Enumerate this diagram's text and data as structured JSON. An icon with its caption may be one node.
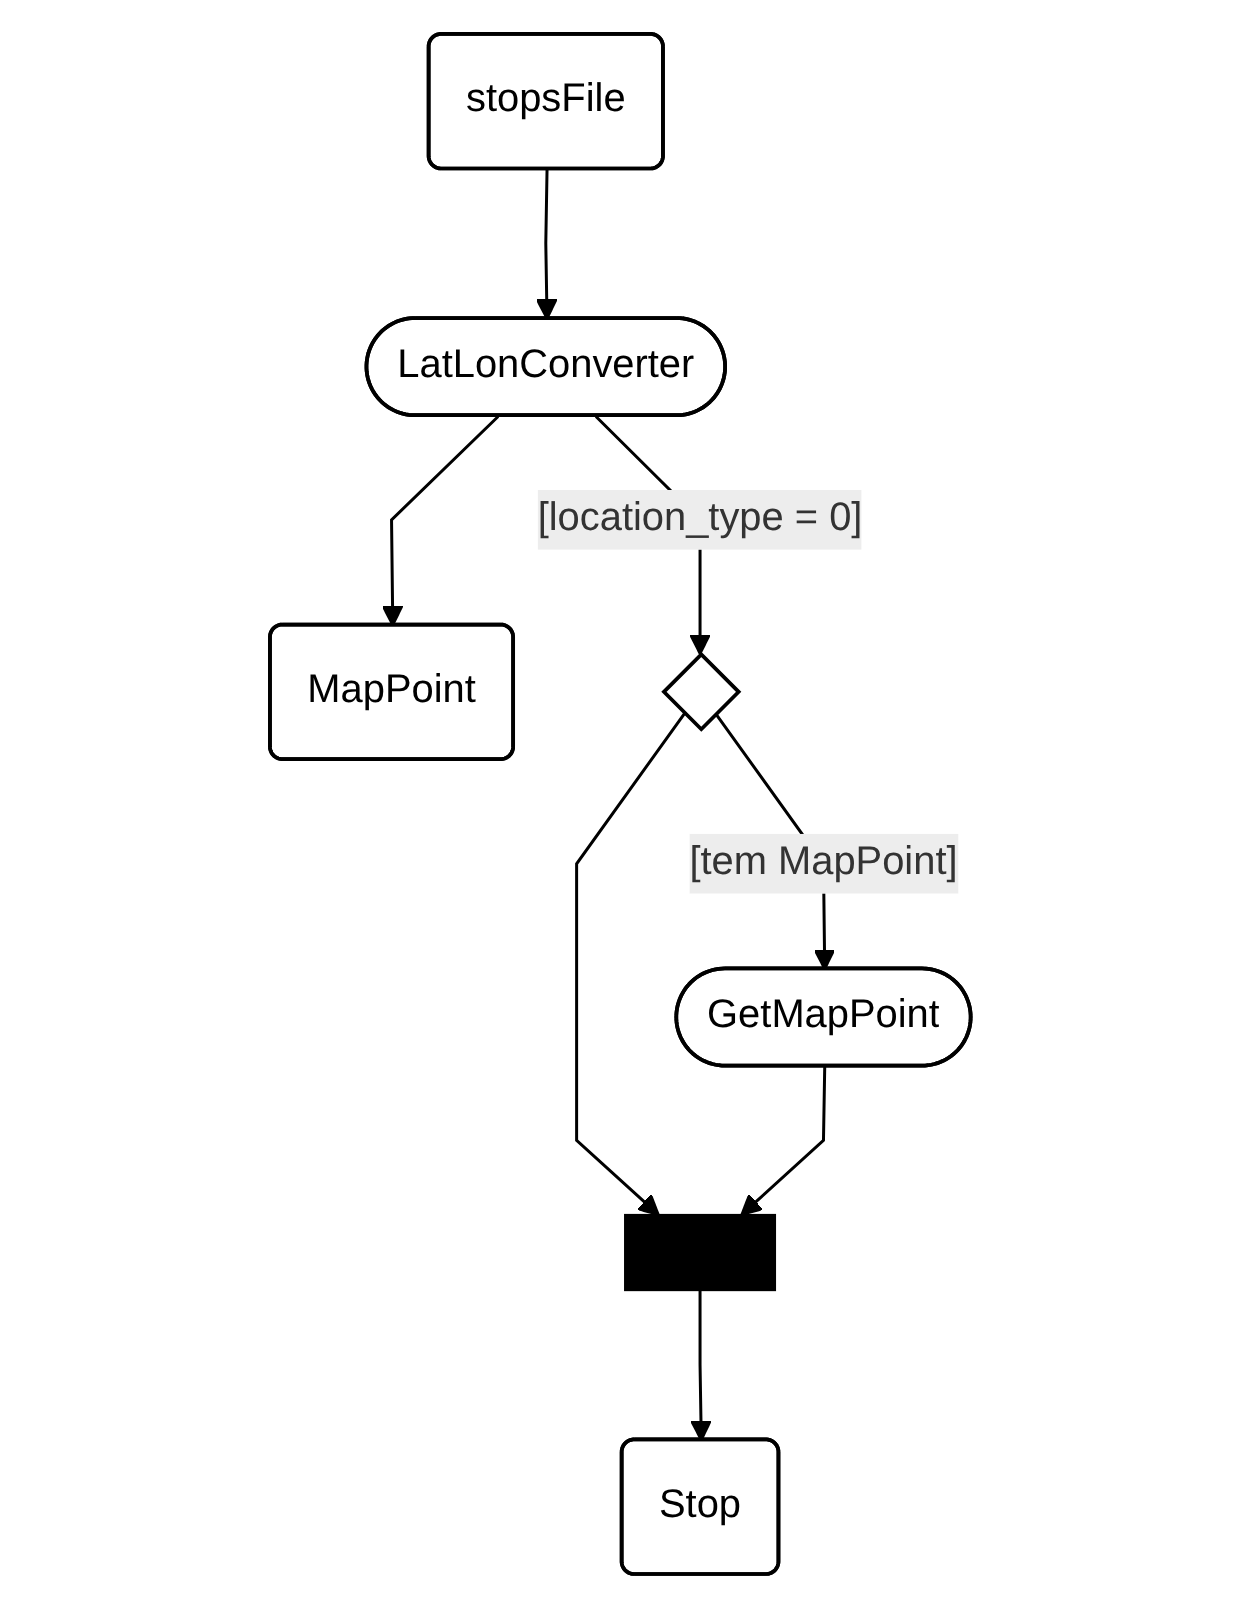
{
  "diagram": {
    "nodes": [
      {
        "text": [
          "stopsFile"
        ]
      },
      {
        "text": [
          "LatLonConverter"
        ]
      },
      {
        "text": [
          "MapPoint"
        ]
      },
      {
        "text": [],
        "shape": "diamond"
      },
      {
        "text": [
          "GetMapPoint"
        ]
      },
      {
        "text": [],
        "shape": "bar"
      },
      {
        "text": [
          "Stop"
        ]
      }
    ],
    "edges": [
      {
        "from": 0,
        "to": 1,
        "arrow": "to"
      },
      {
        "from": 1,
        "to": 2,
        "arrow": "to"
      },
      {
        "from": 1,
        "to": 3,
        "arrow": "to",
        "label": "[location_type = 0]"
      },
      {
        "from": 3,
        "to": 4,
        "arrow": "to",
        "label": "[tem MapPoint]"
      },
      {
        "from": 3,
        "to": 5,
        "arrow": "to"
      },
      {
        "from": 4,
        "to": 5,
        "arrow": "to"
      },
      {
        "from": 5,
        "to": 6,
        "arrow": "to"
      }
    ]
  }
}
